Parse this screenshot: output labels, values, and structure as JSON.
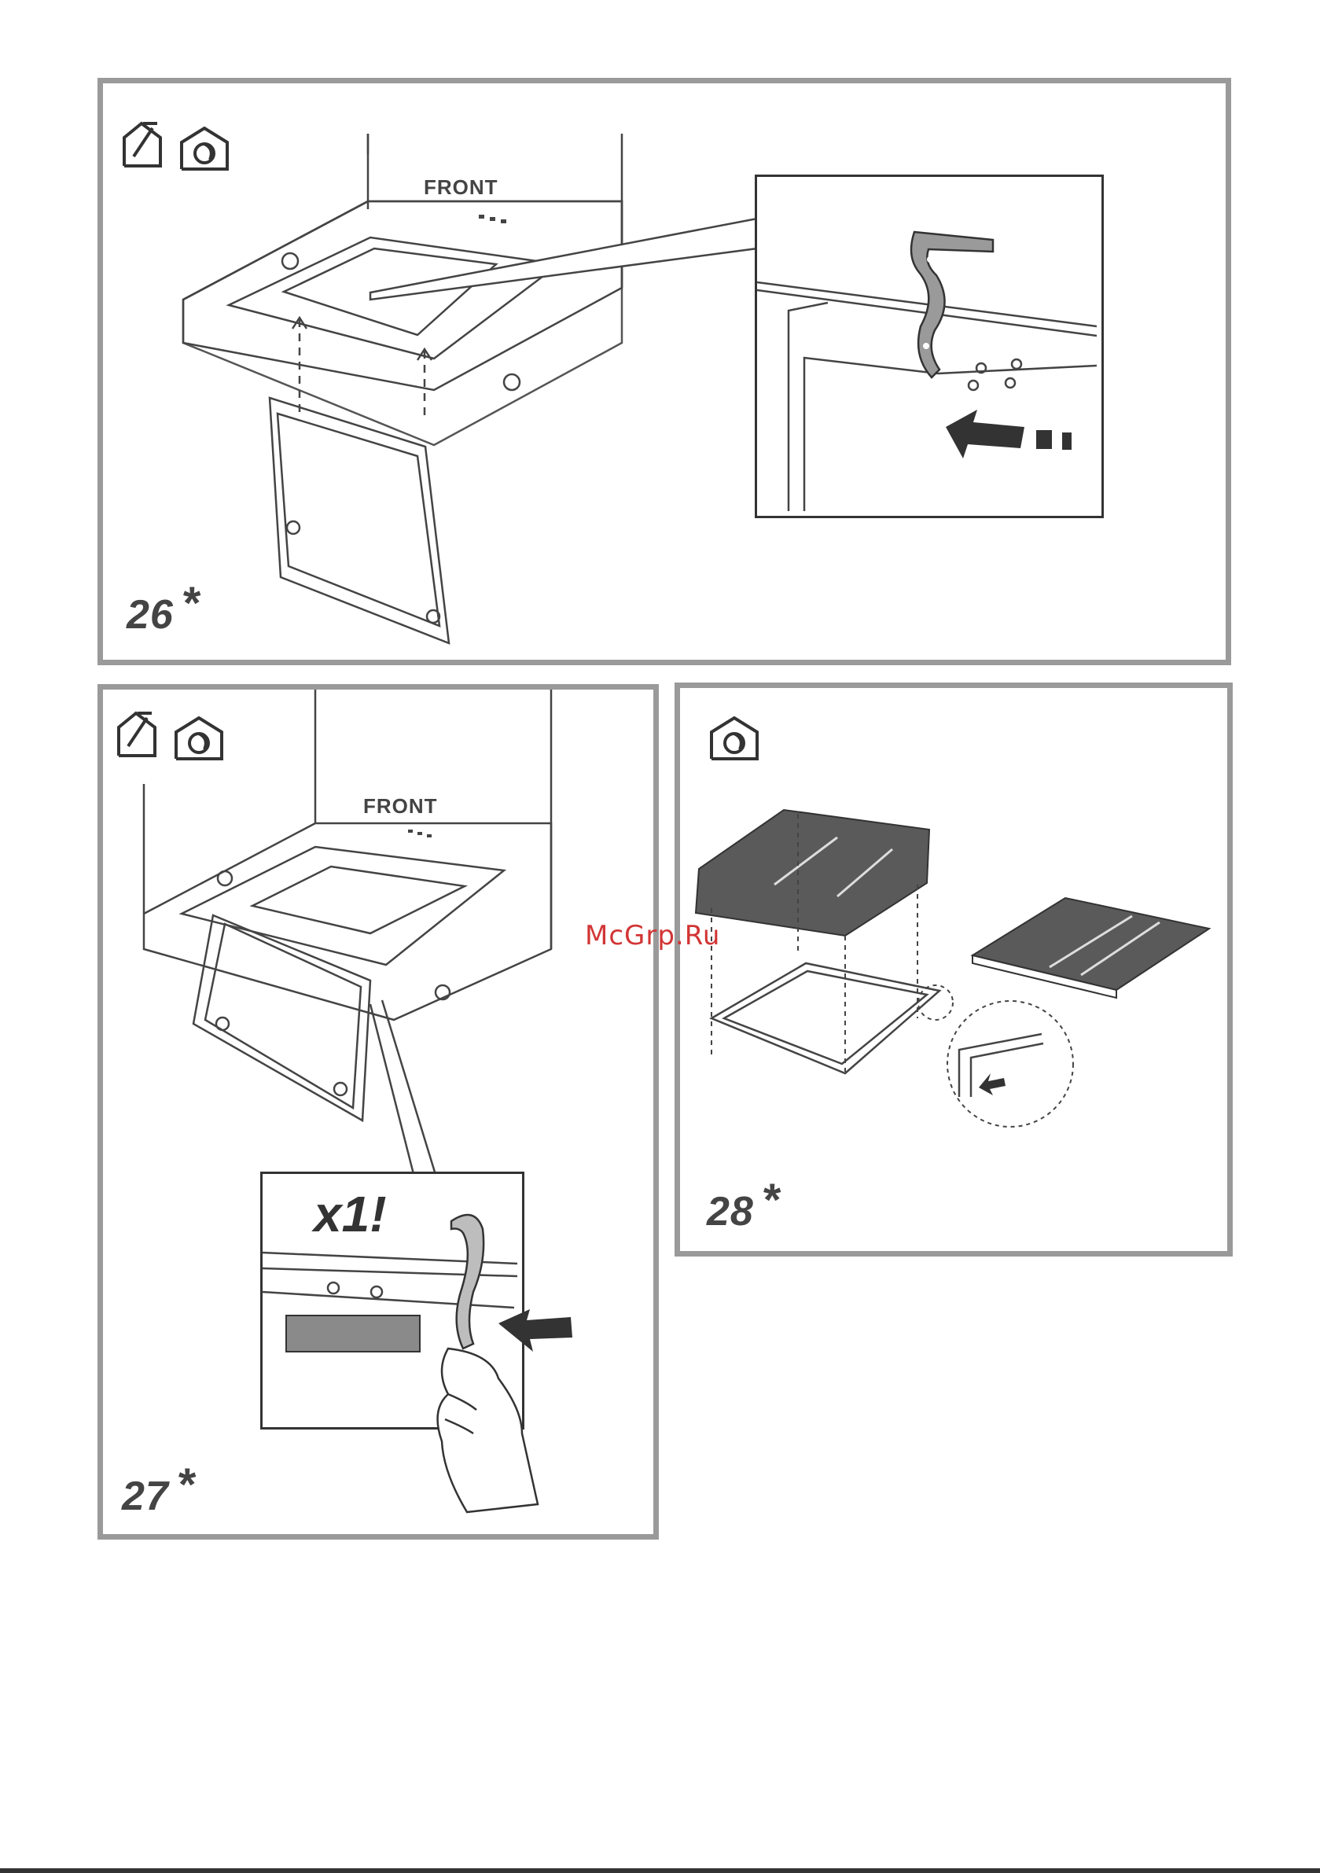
{
  "panels": [
    {
      "step": "26",
      "marker": "*",
      "front": "FRONT",
      "icons": [
        "installation-icon",
        "recirculation-icon"
      ]
    },
    {
      "step": "27",
      "marker": "*",
      "front": "FRONT",
      "detail": "x1!",
      "icons": [
        "installation-icon",
        "recirculation-icon"
      ]
    },
    {
      "step": "28",
      "marker": "*",
      "icons": [
        "recirculation-icon"
      ]
    }
  ],
  "watermark": "McGrp.Ru",
  "colors": {
    "frame": "#9a9a9a",
    "line": "#333333",
    "filter": "#555555",
    "watermark": "#d23535"
  }
}
